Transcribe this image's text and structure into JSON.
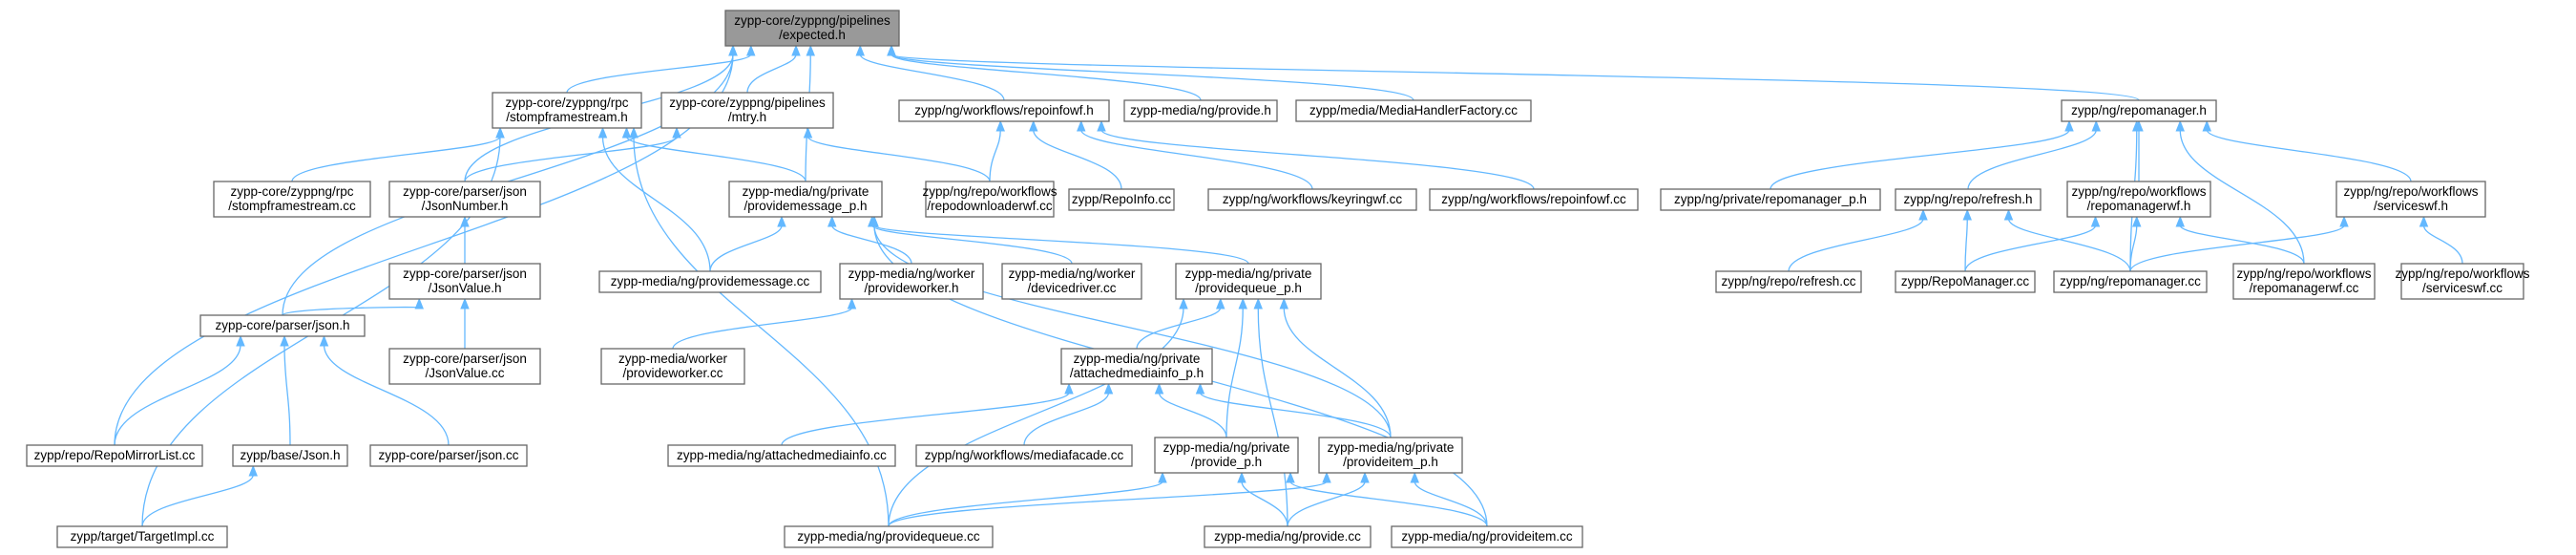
{
  "diagram": {
    "style": {
      "root_fill": "#999999",
      "node_fill": "#ffffff",
      "node_border": "#666666",
      "edge_color": "#63b8ff",
      "background": "#ffffff"
    },
    "nodes": [
      {
        "id": "n0",
        "lines": [
          "zypp-core/zyppng/pipelines",
          "/expected.h"
        ],
        "root": true
      },
      {
        "id": "n1",
        "lines": [
          "zypp-core/zyppng/rpc",
          "/stompframestream.h"
        ]
      },
      {
        "id": "n2",
        "lines": [
          "zypp-core/zyppng/pipelines",
          "/mtry.h"
        ]
      },
      {
        "id": "n3",
        "lines": [
          "zypp/ng/workflows/repoinfowf.h"
        ]
      },
      {
        "id": "n4",
        "lines": [
          "zypp-media/ng/provide.h"
        ]
      },
      {
        "id": "n5",
        "lines": [
          "zypp/media/MediaHandlerFactory.cc"
        ]
      },
      {
        "id": "n6",
        "lines": [
          "zypp/ng/repomanager.h"
        ]
      },
      {
        "id": "n7",
        "lines": [
          "zypp-core/zyppng/rpc",
          "/stompframestream.cc"
        ]
      },
      {
        "id": "n8",
        "lines": [
          "zypp-core/parser/json",
          "/JsonNumber.h"
        ]
      },
      {
        "id": "n9",
        "lines": [
          "zypp-media/ng/private",
          "/providemessage_p.h"
        ]
      },
      {
        "id": "n10",
        "lines": [
          "zypp/ng/repo/workflows",
          "/repodownloaderwf.cc"
        ]
      },
      {
        "id": "n11",
        "lines": [
          "zypp/RepoInfo.cc"
        ]
      },
      {
        "id": "n12",
        "lines": [
          "zypp/ng/workflows/keyringwf.cc"
        ]
      },
      {
        "id": "n13",
        "lines": [
          "zypp/ng/workflows/repoinfowf.cc"
        ]
      },
      {
        "id": "n14",
        "lines": [
          "zypp/ng/private/repomanager_p.h"
        ]
      },
      {
        "id": "n15",
        "lines": [
          "zypp/ng/repo/refresh.h"
        ]
      },
      {
        "id": "n16",
        "lines": [
          "zypp/ng/repo/workflows",
          "/repomanagerwf.h"
        ]
      },
      {
        "id": "n17",
        "lines": [
          "zypp/ng/repo/workflows",
          "/serviceswf.h"
        ]
      },
      {
        "id": "n18",
        "lines": [
          "zypp-core/parser/json",
          "/JsonValue.h"
        ]
      },
      {
        "id": "n19",
        "lines": [
          "zypp-media/ng/providemessage.cc"
        ]
      },
      {
        "id": "n20",
        "lines": [
          "zypp-media/ng/worker",
          "/provideworker.h"
        ]
      },
      {
        "id": "n21",
        "lines": [
          "zypp-media/ng/worker",
          "/devicedriver.cc"
        ]
      },
      {
        "id": "n22",
        "lines": [
          "zypp-media/ng/private",
          "/providequeue_p.h"
        ]
      },
      {
        "id": "n23",
        "lines": [
          "zypp/ng/repo/refresh.cc"
        ]
      },
      {
        "id": "n24",
        "lines": [
          "zypp/RepoManager.cc"
        ]
      },
      {
        "id": "n25",
        "lines": [
          "zypp/ng/repomanager.cc"
        ]
      },
      {
        "id": "n26",
        "lines": [
          "zypp/ng/repo/workflows",
          "/repomanagerwf.cc"
        ]
      },
      {
        "id": "n27",
        "lines": [
          "zypp/ng/repo/workflows",
          "/serviceswf.cc"
        ]
      },
      {
        "id": "n28",
        "lines": [
          "zypp-core/parser/json.h"
        ]
      },
      {
        "id": "n29",
        "lines": [
          "zypp-core/parser/json",
          "/JsonValue.cc"
        ]
      },
      {
        "id": "n30",
        "lines": [
          "zypp-media/worker",
          "/provideworker.cc"
        ]
      },
      {
        "id": "n31",
        "lines": [
          "zypp-media/ng/private",
          "/attachedmediainfo_p.h"
        ]
      },
      {
        "id": "n32",
        "lines": [
          "zypp/repo/RepoMirrorList.cc"
        ]
      },
      {
        "id": "n33",
        "lines": [
          "zypp/base/Json.h"
        ]
      },
      {
        "id": "n34",
        "lines": [
          "zypp-core/parser/json.cc"
        ]
      },
      {
        "id": "n35",
        "lines": [
          "zypp-media/ng/attachedmediainfo.cc"
        ]
      },
      {
        "id": "n36",
        "lines": [
          "zypp/ng/workflows/mediafacade.cc"
        ]
      },
      {
        "id": "n37",
        "lines": [
          "zypp-media/ng/private",
          "/provide_p.h"
        ]
      },
      {
        "id": "n38",
        "lines": [
          "zypp-media/ng/private",
          "/provideitem_p.h"
        ]
      },
      {
        "id": "n39",
        "lines": [
          "zypp/target/TargetImpl.cc"
        ]
      },
      {
        "id": "n40",
        "lines": [
          "zypp-media/ng/providequeue.cc"
        ]
      },
      {
        "id": "n41",
        "lines": [
          "zypp-media/ng/provide.cc"
        ]
      },
      {
        "id": "n42",
        "lines": [
          "zypp-media/ng/provideitem.cc"
        ]
      }
    ],
    "edges": [
      [
        "n1",
        "n0"
      ],
      [
        "n2",
        "n0"
      ],
      [
        "n3",
        "n0"
      ],
      [
        "n4",
        "n0"
      ],
      [
        "n5",
        "n0"
      ],
      [
        "n6",
        "n0"
      ],
      [
        "n8",
        "n0"
      ],
      [
        "n9",
        "n0"
      ],
      [
        "n28",
        "n0"
      ],
      [
        "n32",
        "n0"
      ],
      [
        "n7",
        "n1"
      ],
      [
        "n9",
        "n1"
      ],
      [
        "n19",
        "n1"
      ],
      [
        "n39",
        "n1"
      ],
      [
        "n40",
        "n1"
      ],
      [
        "n8",
        "n2"
      ],
      [
        "n10",
        "n2"
      ],
      [
        "n10",
        "n3"
      ],
      [
        "n11",
        "n3"
      ],
      [
        "n12",
        "n3"
      ],
      [
        "n13",
        "n3"
      ],
      [
        "n14",
        "n6"
      ],
      [
        "n15",
        "n6"
      ],
      [
        "n16",
        "n6"
      ],
      [
        "n17",
        "n6"
      ],
      [
        "n25",
        "n6"
      ],
      [
        "n26",
        "n6"
      ],
      [
        "n18",
        "n8"
      ],
      [
        "n19",
        "n9"
      ],
      [
        "n20",
        "n9"
      ],
      [
        "n21",
        "n9"
      ],
      [
        "n22",
        "n9"
      ],
      [
        "n38",
        "n9"
      ],
      [
        "n42",
        "n9"
      ],
      [
        "n23",
        "n15"
      ],
      [
        "n24",
        "n15"
      ],
      [
        "n25",
        "n15"
      ],
      [
        "n24",
        "n16"
      ],
      [
        "n25",
        "n16"
      ],
      [
        "n26",
        "n16"
      ],
      [
        "n25",
        "n17"
      ],
      [
        "n27",
        "n17"
      ],
      [
        "n28",
        "n18"
      ],
      [
        "n29",
        "n18"
      ],
      [
        "n30",
        "n20"
      ],
      [
        "n31",
        "n22"
      ],
      [
        "n37",
        "n22"
      ],
      [
        "n38",
        "n22"
      ],
      [
        "n40",
        "n22"
      ],
      [
        "n41",
        "n22"
      ],
      [
        "n32",
        "n28"
      ],
      [
        "n33",
        "n28"
      ],
      [
        "n34",
        "n28"
      ],
      [
        "n35",
        "n31"
      ],
      [
        "n36",
        "n31"
      ],
      [
        "n37",
        "n31"
      ],
      [
        "n38",
        "n31"
      ],
      [
        "n39",
        "n33"
      ],
      [
        "n40",
        "n37"
      ],
      [
        "n41",
        "n37"
      ],
      [
        "n42",
        "n37"
      ],
      [
        "n40",
        "n38"
      ],
      [
        "n41",
        "n38"
      ],
      [
        "n42",
        "n38"
      ]
    ]
  }
}
